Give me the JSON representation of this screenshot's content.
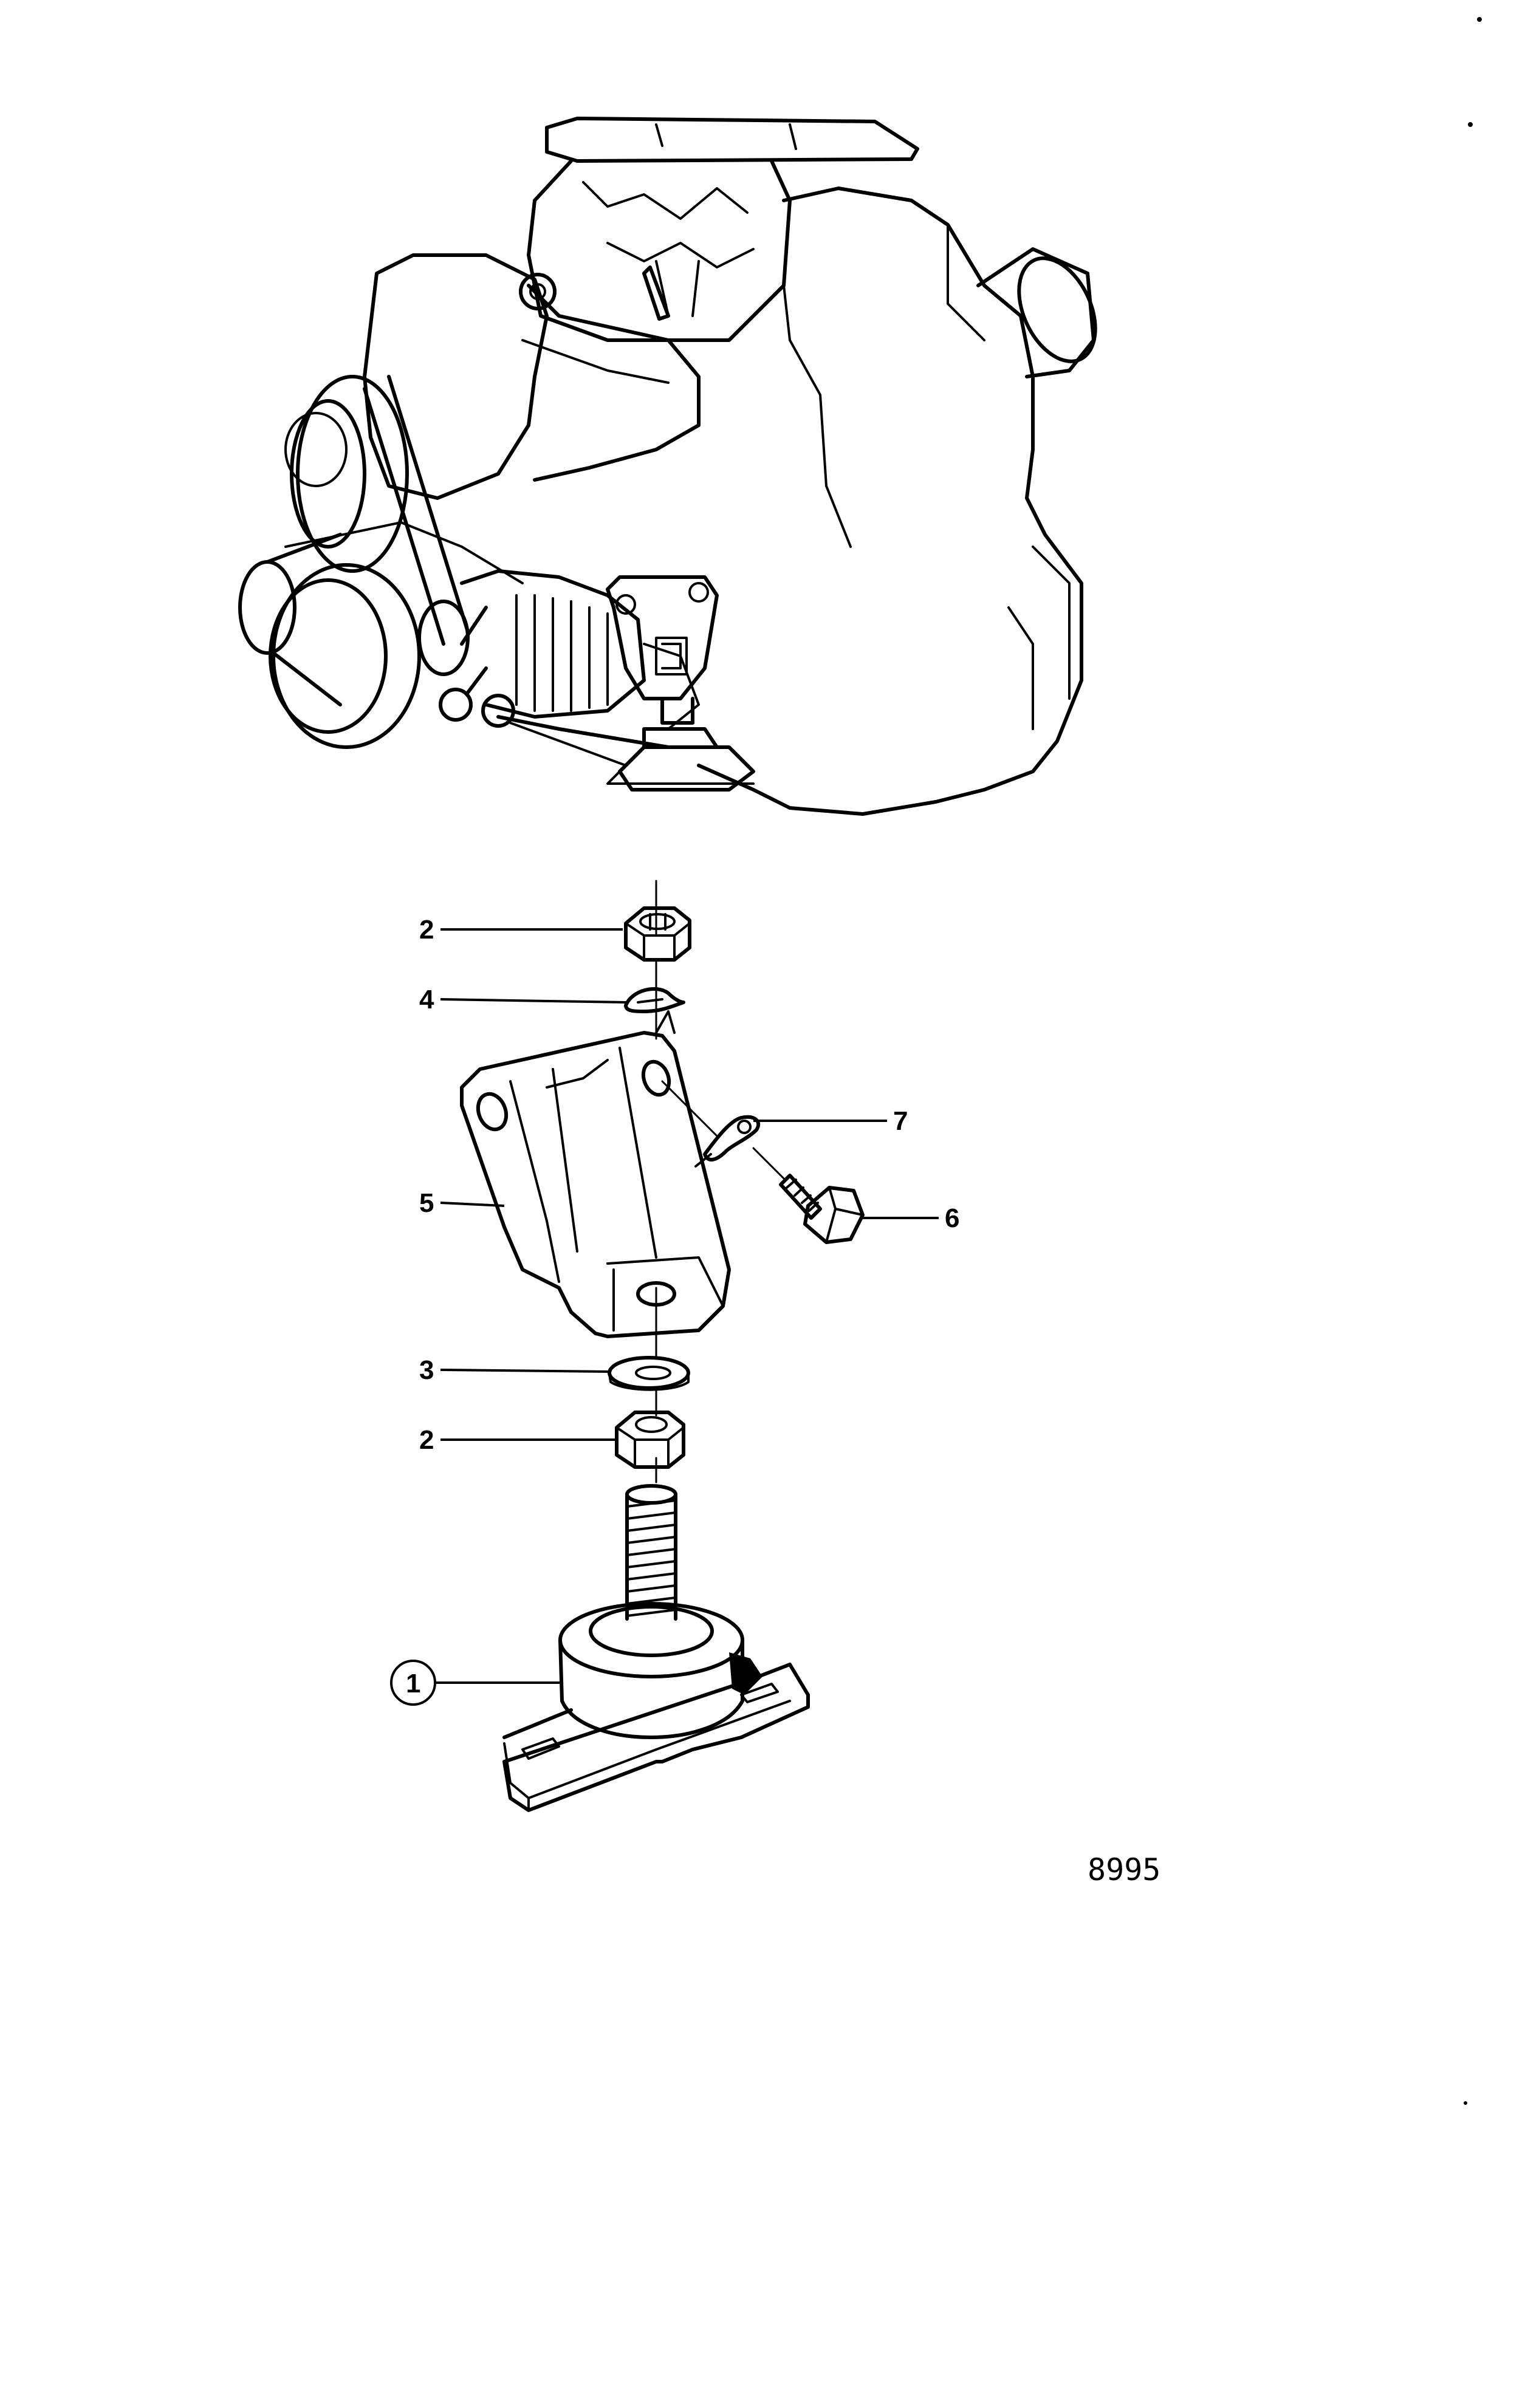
{
  "figure_number": "8995",
  "callouts": {
    "c1": "1",
    "c2_top": "2",
    "c2_bottom": "2",
    "c3": "3",
    "c4": "4",
    "c5": "5",
    "c6": "6",
    "c7": "7"
  },
  "parts": [
    {
      "ref": "1",
      "name": "rubber-mount"
    },
    {
      "ref": "2",
      "name": "castle-nut"
    },
    {
      "ref": "3",
      "name": "washer"
    },
    {
      "ref": "4",
      "name": "cotter-pin"
    },
    {
      "ref": "5",
      "name": "engine-bracket"
    },
    {
      "ref": "6",
      "name": "bolt"
    },
    {
      "ref": "7",
      "name": "lock-washer"
    }
  ]
}
